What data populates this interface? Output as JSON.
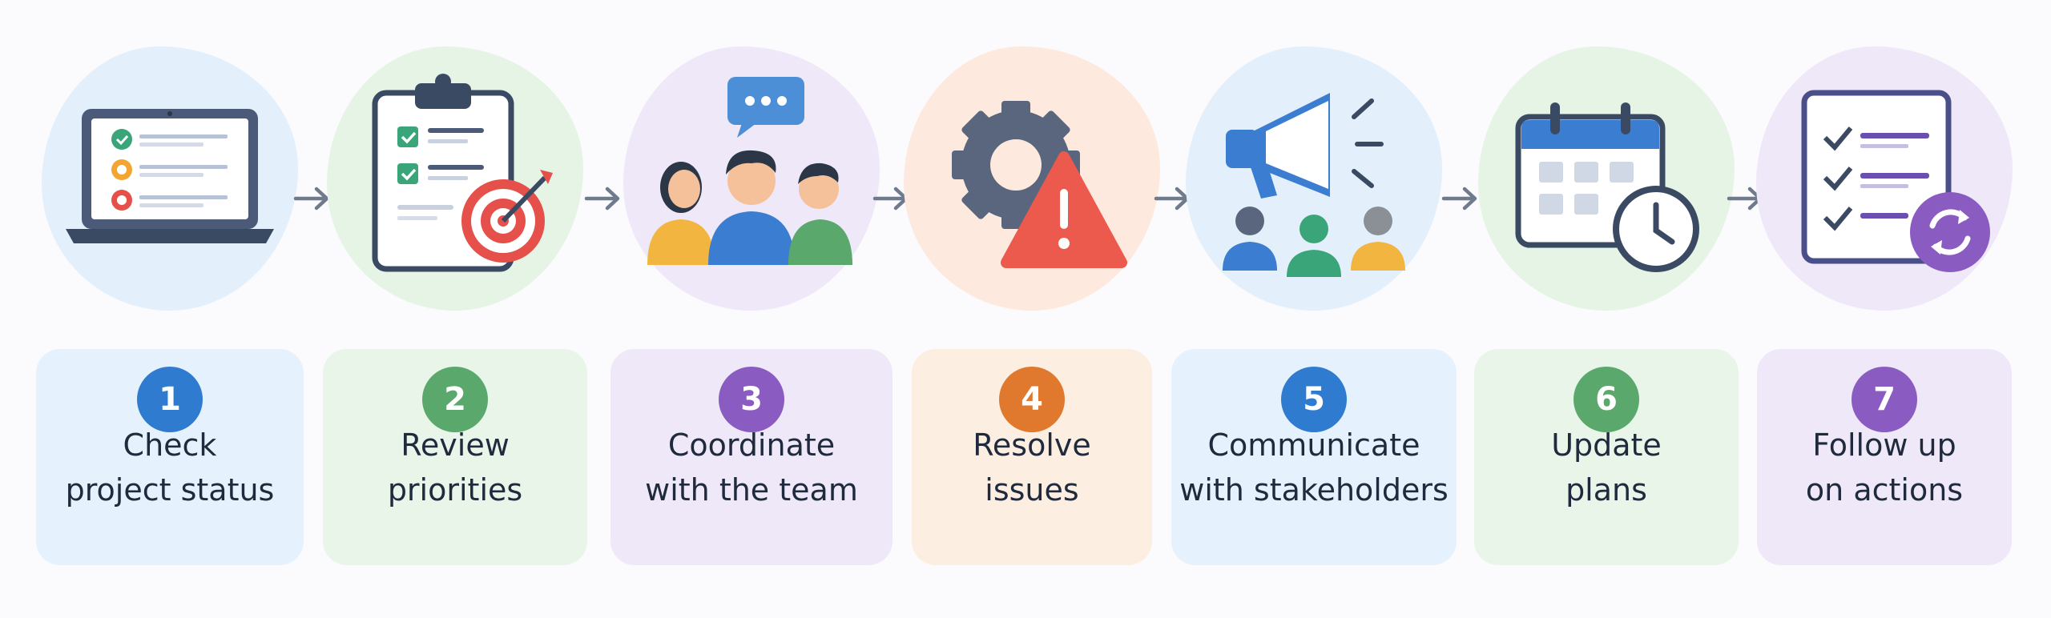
{
  "steps": [
    {
      "number": "1",
      "line1": "Check",
      "line2": "project status",
      "icon": "laptop-checklist-icon",
      "color": "#2f7bcf",
      "blob": "#e3f0fc",
      "card": "#e5f1fc"
    },
    {
      "number": "2",
      "line1": "Review",
      "line2": "priorities",
      "icon": "clipboard-target-icon",
      "color": "#5aa86b",
      "blob": "#e6f4e6",
      "card": "#e8f5e8"
    },
    {
      "number": "3",
      "line1": "Coordinate",
      "line2": "with the team",
      "icon": "team-chat-icon",
      "color": "#8a5cc2",
      "blob": "#efe8f8",
      "card": "#efe8f8"
    },
    {
      "number": "4",
      "line1": "Resolve",
      "line2": "issues",
      "icon": "gear-warning-icon",
      "color": "#e0782e",
      "blob": "#fde9de",
      "card": "#fdeee2"
    },
    {
      "number": "5",
      "line1": "Communicate",
      "line2": "with stakeholders",
      "icon": "megaphone-people-icon",
      "color": "#2f7bcf",
      "blob": "#e3f0fc",
      "card": "#e5f1fc"
    },
    {
      "number": "6",
      "line1": "Update",
      "line2": "plans",
      "icon": "calendar-clock-icon",
      "color": "#5aa86b",
      "blob": "#e6f4e6",
      "card": "#e8f5e8"
    },
    {
      "number": "7",
      "line1": "Follow up",
      "line2": "on actions",
      "icon": "checklist-refresh-icon",
      "color": "#8a5cc2",
      "blob": "#efe8f8",
      "card": "#efe8f8"
    }
  ]
}
